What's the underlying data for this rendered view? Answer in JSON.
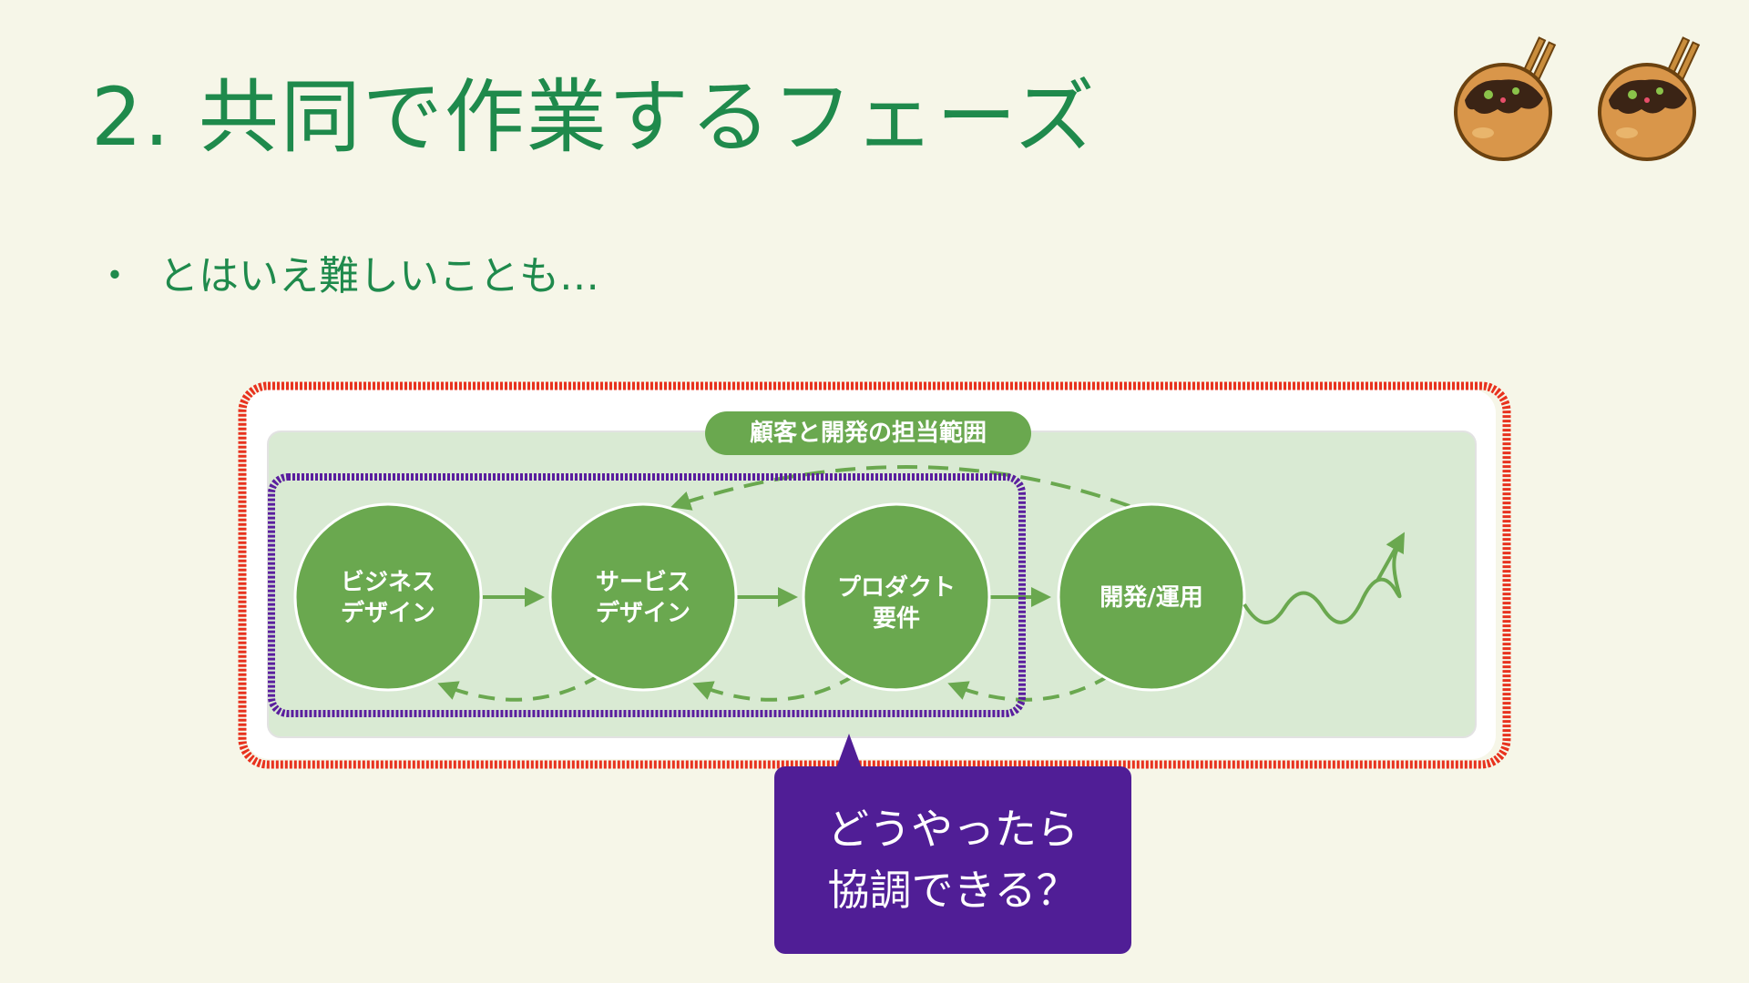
{
  "slide": {
    "title": "2. 共同で作業するフェーズ",
    "bullet_marker": "・",
    "bullet_text": "とはいえ難しいことも…"
  },
  "diagram": {
    "header_label": "顧客と開発の担当範囲",
    "nodes": [
      {
        "line1": "ビジネス",
        "line2": "デザイン"
      },
      {
        "line1": "サービス",
        "line2": "デザイン"
      },
      {
        "line1": "プロダクト",
        "line2": "要件"
      },
      {
        "line1": "開発/運用",
        "line2": ""
      }
    ]
  },
  "callout": {
    "line1": "どうやったら",
    "line2": "協調できる？"
  },
  "colors": {
    "title_green": "#1f8a4c",
    "node_green": "#6aa84f",
    "panel_green": "#d9ead3",
    "highlight_red": "#e8321e",
    "highlight_purple": "#5a1e9e",
    "callout_purple": "#501e96"
  },
  "icons": [
    "takoyaki-icon",
    "takoyaki-icon"
  ]
}
